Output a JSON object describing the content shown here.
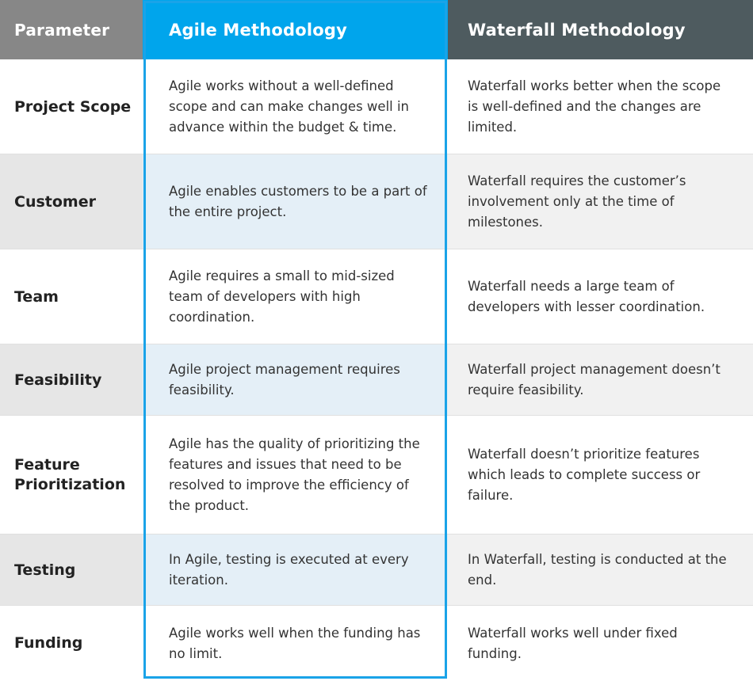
{
  "header": {
    "parameter": "Parameter",
    "agile": "Agile Methodology",
    "waterfall": "Waterfall Methodology"
  },
  "colors": {
    "parameter_header": "#878787",
    "agile_header": "#00a5ec",
    "waterfall_header": "#4e5b5f",
    "agile_border": "#1aa3e8"
  },
  "rows": [
    {
      "parameter": "Project Scope",
      "agile": "Agile works without a well-defined scope and can make changes well in advance within the budget & time.",
      "waterfall": "Waterfall works better when the scope is well-defined and the changes are limited."
    },
    {
      "parameter": "Customer",
      "agile": "Agile enables customers to be a part of the entire project.",
      "waterfall": "Waterfall requires the customer’s involvement only at the time of milestones."
    },
    {
      "parameter": "Team",
      "agile": "Agile requires a small to mid-sized team of developers with high coordination.",
      "waterfall": "Waterfall needs a large team of developers with lesser coordination."
    },
    {
      "parameter": "Feasibility",
      "agile": "Agile project management requires feasibility.",
      "waterfall": "Waterfall project management doesn’t require feasibility."
    },
    {
      "parameter": "Feature Prioritization",
      "agile": "Agile has the quality of prioritizing the features and issues that need to be resolved to improve the efficiency of the product.",
      "waterfall": "Waterfall doesn’t prioritize features which leads to complete success or failure."
    },
    {
      "parameter": "Testing",
      "agile": "In Agile, testing is executed at every iteration.",
      "waterfall": "In Waterfall, testing is conducted at the end."
    },
    {
      "parameter": "Funding",
      "agile": "Agile works well when the funding has no limit.",
      "waterfall": "Waterfall works well under fixed funding."
    }
  ]
}
